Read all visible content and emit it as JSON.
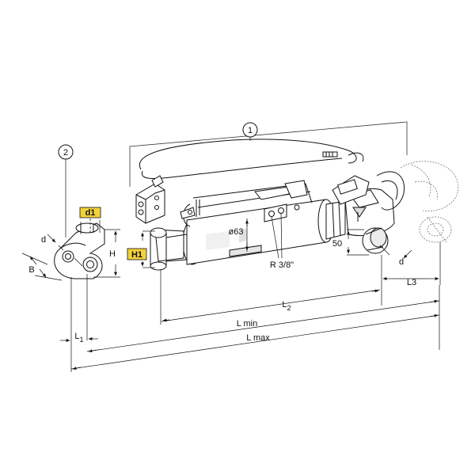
{
  "callouts": {
    "one": "1",
    "two": "2"
  },
  "labels": {
    "d1": "d1",
    "h1": "H1",
    "d_left": "d",
    "b": "B",
    "h": "H",
    "diameter": "ø63",
    "thread": "R 3/8\"",
    "fifty": "50",
    "d_right": "d",
    "l3": "L3",
    "l2": "L",
    "l2_sub": "2",
    "l1": "L",
    "l1_sub": "1",
    "lmin": "L min",
    "lmax": "L max"
  },
  "colors": {
    "highlight": "#f2d23c",
    "line": "#111111"
  }
}
